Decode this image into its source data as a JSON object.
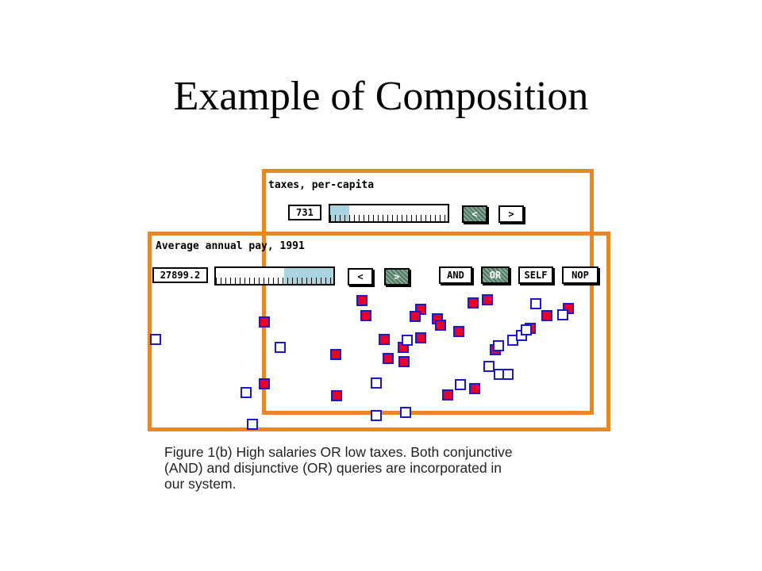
{
  "slide": {
    "title": "Example of Composition"
  },
  "panel_taxes": {
    "label": "taxes, per-capita",
    "value": "731",
    "prev_label": "<",
    "next_label": ">",
    "slider_fill_fraction_start": 0.0,
    "slider_fill_fraction_end": 0.16
  },
  "panel_pay": {
    "label": "Average annual pay, 1991",
    "value": "27899.2",
    "prev_label": "<",
    "next_label": ">",
    "slider_fill_fraction_start": 0.58,
    "slider_fill_fraction_end": 1.0,
    "ops": [
      "AND",
      "OR",
      "SELF",
      "NOP"
    ]
  },
  "colors": {
    "frame": "#e8862a",
    "selected_fill": "#e8002a",
    "point_border": "#1a1acc",
    "slider_fill": "#a9d4e0"
  },
  "caption": {
    "lines": [
      "Figure 1(b)  High salaries OR low taxes.  Both conjunctive",
      "(AND) and disjunctive (OR) queries are incorporated in",
      "our system."
    ]
  }
}
